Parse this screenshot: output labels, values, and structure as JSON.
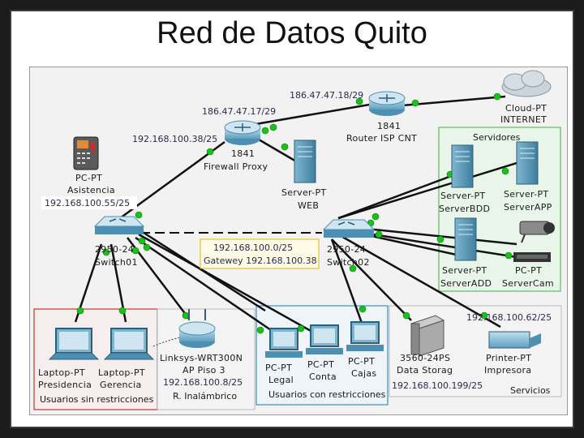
{
  "slide": {
    "title": "Red de Datos Quito"
  },
  "routers": {
    "isp": {
      "model": "1841",
      "name": "Router ISP CNT"
    },
    "firewall": {
      "model": "1841",
      "name": "Firewall Proxy"
    }
  },
  "ips": {
    "wan_isp": "186.47.47.18/29",
    "wan_fw": "186.47.47.17/29",
    "fw_lan": "192.168.100.38/25",
    "asistencia": "192.168.100.55/25",
    "wireless": "192.168.100.8/25",
    "printer": "192.168.100.62/25",
    "storage": "192.168.100.199/25"
  },
  "cloud": {
    "type": "Cloud-PT",
    "name": "INTERNET"
  },
  "server_web": {
    "type": "Server-PT",
    "name": "WEB"
  },
  "asistencia": {
    "type": "PC-PT",
    "name": "Asistencia"
  },
  "switches": {
    "sw1": {
      "model": "2950-24",
      "name": "Switch01"
    },
    "sw2": {
      "model": "2950-24",
      "name": "Switch02"
    }
  },
  "network_note": {
    "network": "192.168.100.0/25",
    "gateway": "Gatewey 192.168.100.38"
  },
  "servers_group": {
    "title": "Servidores",
    "bdd": {
      "type": "Server-PT",
      "name": "ServerBDD"
    },
    "app": {
      "type": "Server-PT",
      "name": "ServerAPP"
    },
    "add": {
      "type": "Server-PT",
      "name": "ServerADD"
    },
    "cam": {
      "type": "PC-PT",
      "name": "ServerCam"
    }
  },
  "unrestricted": {
    "title": "Usuarios sin restricciones",
    "laptop1": {
      "type": "Laptop-PT",
      "name": "Presidencia"
    },
    "laptop2": {
      "type": "Laptop-PT",
      "name": "Gerencia"
    }
  },
  "wireless": {
    "model": "Linksys-WRT300N",
    "name": "AP Piso 3",
    "note": "R. Inalámbrico"
  },
  "restricted": {
    "title": "Usuarios con restricciones",
    "pc1": {
      "type": "PC-PT",
      "name": "Legal"
    },
    "pc2": {
      "type": "PC-PT",
      "name": "Conta"
    },
    "pc3": {
      "type": "PC-PT",
      "name": "Cajas"
    }
  },
  "storage": {
    "model": "3560-24PS",
    "name": "Data Storag"
  },
  "printer": {
    "type": "Printer-PT",
    "name": "Impresora"
  },
  "services": {
    "title": "Servicios"
  },
  "colors": {
    "group_green": "#3fb04b",
    "group_red": "#c0392b",
    "group_blue": "#3a8fbf",
    "link": "#111111",
    "device": "#4d8fb3"
  }
}
